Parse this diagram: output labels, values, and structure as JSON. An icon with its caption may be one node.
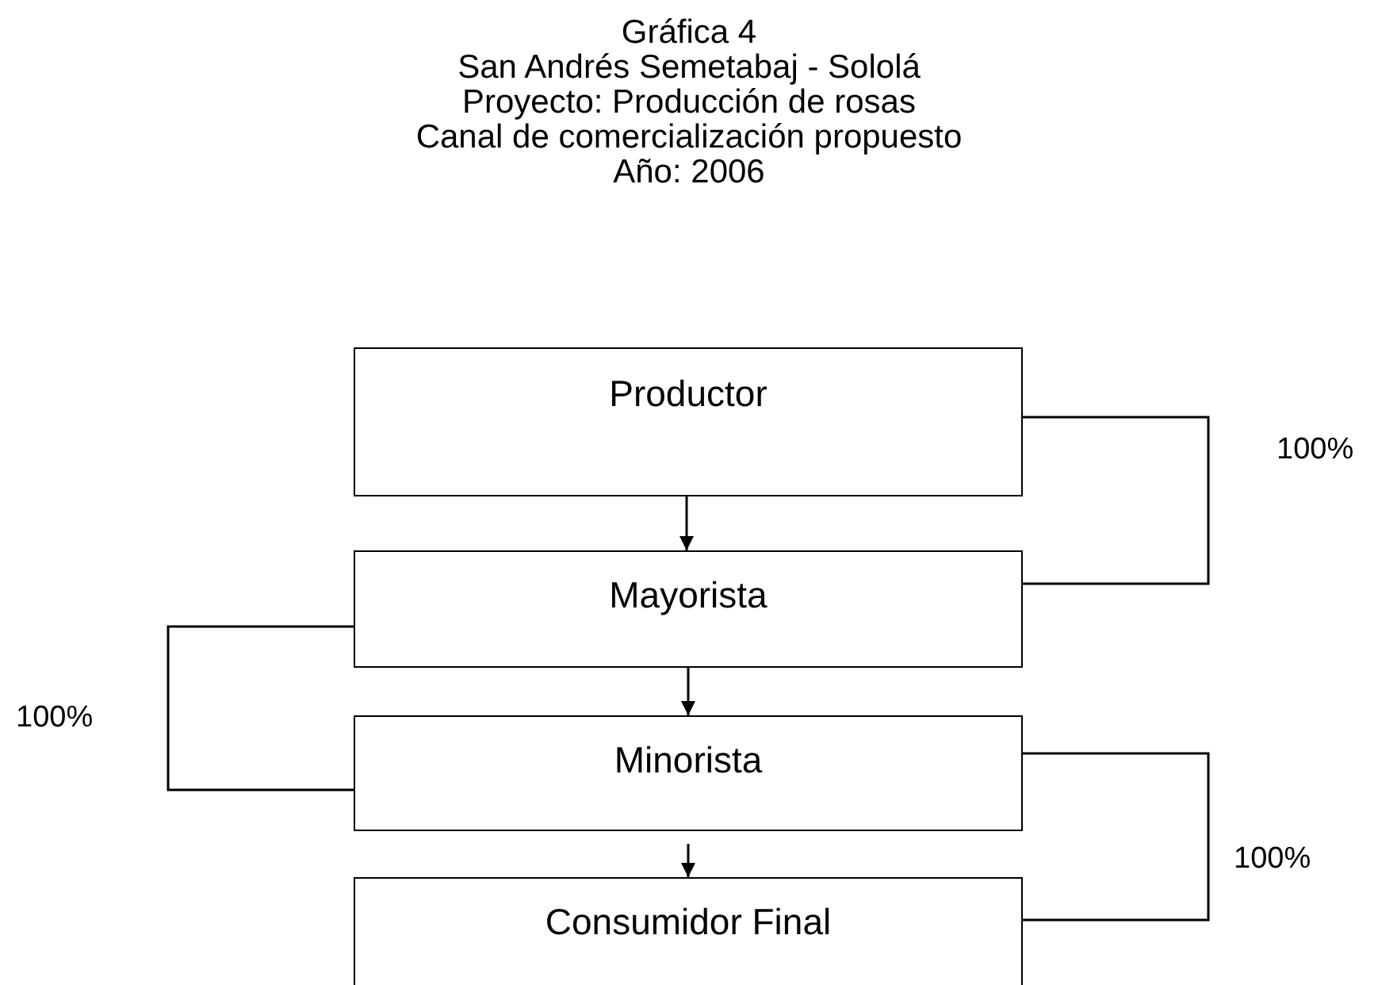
{
  "diagram": {
    "title": "Gráfica 4",
    "labels": [
      "San Andrés Semetabaj - Sololá",
      "Proyecto: Producción de rosas",
      "Canal de comercialización propuesto",
      "Año: 2006"
    ],
    "nodes": [
      {
        "text": [
          "Productor"
        ]
      },
      {
        "text": [
          "Mayorista"
        ]
      },
      {
        "text": [
          "Minorista"
        ]
      },
      {
        "text": [
          "Consumidor Final"
        ]
      }
    ],
    "edges": [
      {
        "from": 0,
        "to": 1,
        "arrow": "to"
      },
      {
        "from": 1,
        "to": 2,
        "arrow": "to"
      },
      {
        "from": 2,
        "to": 3,
        "arrow": "to"
      },
      {
        "from": 0,
        "to": 1,
        "arrow": "none",
        "label": "100%"
      },
      {
        "from": 1,
        "to": 2,
        "arrow": "none",
        "label": "100%"
      },
      {
        "from": 2,
        "to": 3,
        "arrow": "none",
        "label": "100%"
      }
    ]
  }
}
